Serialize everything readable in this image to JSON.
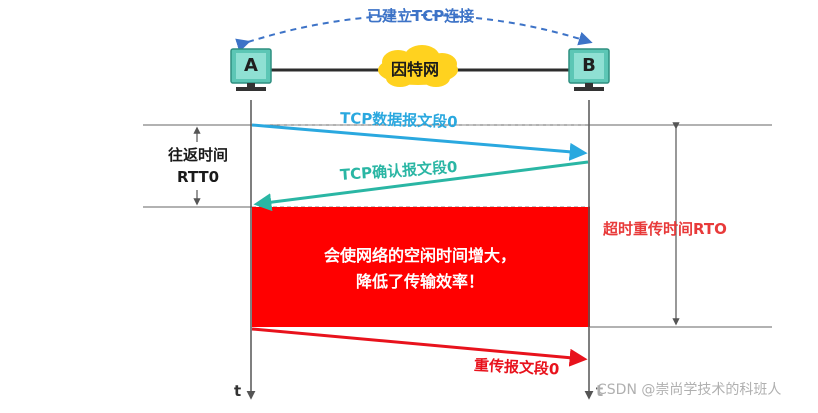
{
  "diagram": {
    "connection_label": "已建立TCP连接",
    "network_label": "因特网",
    "node_a": "A",
    "node_b": "B",
    "rtt_label_line1": "往返时间",
    "rtt_label_line2": "RTT0",
    "rto_label": "超时重传时间RTO",
    "data_segment_label": "TCP数据报文段0",
    "ack_segment_label": "TCP确认报文段0",
    "retransmit_label": "重传报文段0",
    "problem_line1": "会使网络的空闲时间增大，",
    "problem_line2": "降低了传输效率！",
    "time_axis_a": "t",
    "time_axis_b": "t",
    "footer": "CSDN @崇尚学技术的科班人"
  },
  "colors": {
    "connection": "#3d73c7",
    "data_arrow": "#2aa8df",
    "ack_arrow": "#2ab6a4",
    "retransmit_arrow": "#e8121c",
    "idle_block": "#ff0000",
    "rto": "#e83a3a",
    "computer": "#5cc6b5",
    "cloud": "#ffd21f"
  }
}
